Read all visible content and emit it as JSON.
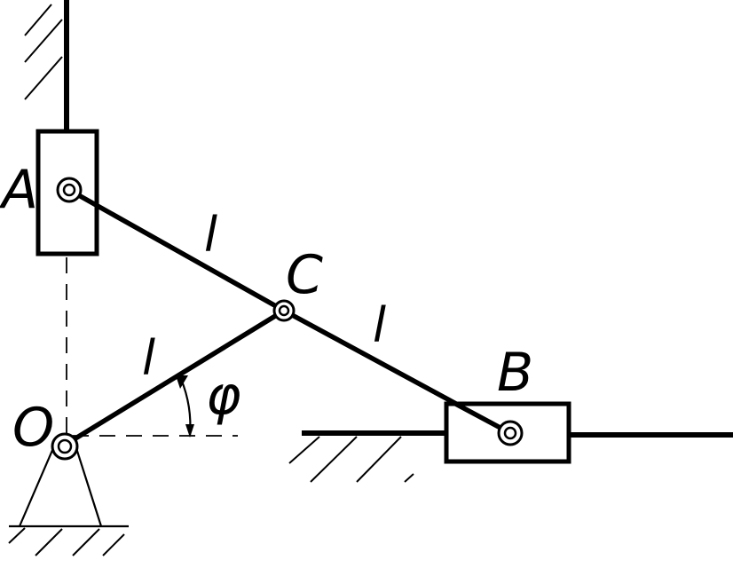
{
  "labels": {
    "point_a": "A",
    "point_b": "B",
    "point_c": "C",
    "point_o": "O",
    "length_ac": "l",
    "length_cb": "l",
    "length_oc": "l",
    "angle": "φ"
  }
}
